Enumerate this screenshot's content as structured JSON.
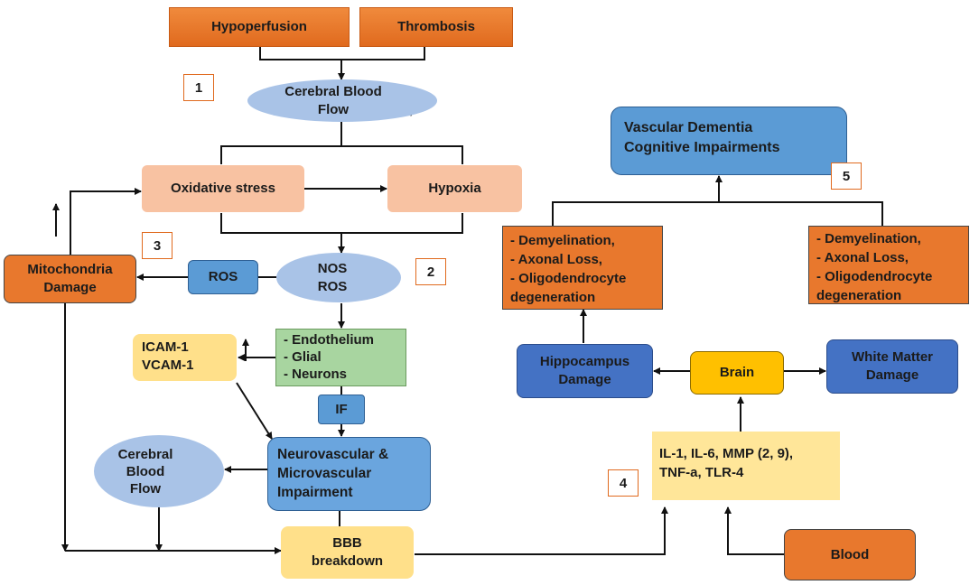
{
  "nodes": {
    "hypoperfusion": "Hypoperfusion",
    "thrombosis": "Thrombosis",
    "cbf_top": "Cerebral Blood\nFlow",
    "oxidative_stress": "Oxidative stress",
    "hypoxia": "Hypoxia",
    "nos_ros": "NOS\nROS",
    "ros": "ROS",
    "mito": "Mitochondria\nDamage",
    "cells": "- Endothelium\n- Glial\n- Neurons",
    "icam": "ICAM-1\nVCAM-1",
    "if": "IF",
    "cbf_bottom": "Cerebral\nBlood\nFlow",
    "neurovascular": "Neurovascular &\nMicrovascular\nImpairment",
    "bbb": "BBB\nbreakdown",
    "vd": "Vascular Dementia\nCognitive Impairments",
    "demyel_left": "- Demyelination,\n- Axonal Loss,\n- Oligodendrocyte\n  degeneration",
    "demyel_right": "- Demyelination,\n- Axonal Loss,\n- Oligodendrocyte\n  degeneration",
    "hippocampus": "Hippocampus\nDamage",
    "brain": "Brain",
    "white_matter": "White Matter\nDamage",
    "cytokines": "IL-1, IL-6, MMP (2, 9),\nTNF-a, TLR-4",
    "blood": "Blood"
  },
  "steps": [
    "1",
    "2",
    "3",
    "4",
    "5"
  ],
  "colors": {
    "orange": "#e8782d",
    "peach": "#f8c2a2",
    "light_blue": "#a9c3e7",
    "blue": "#5b9bd5",
    "dark_blue": "#4472c4",
    "yellow": "#ffe08a",
    "gold": "#ffc000",
    "green": "#a8d5a0"
  }
}
